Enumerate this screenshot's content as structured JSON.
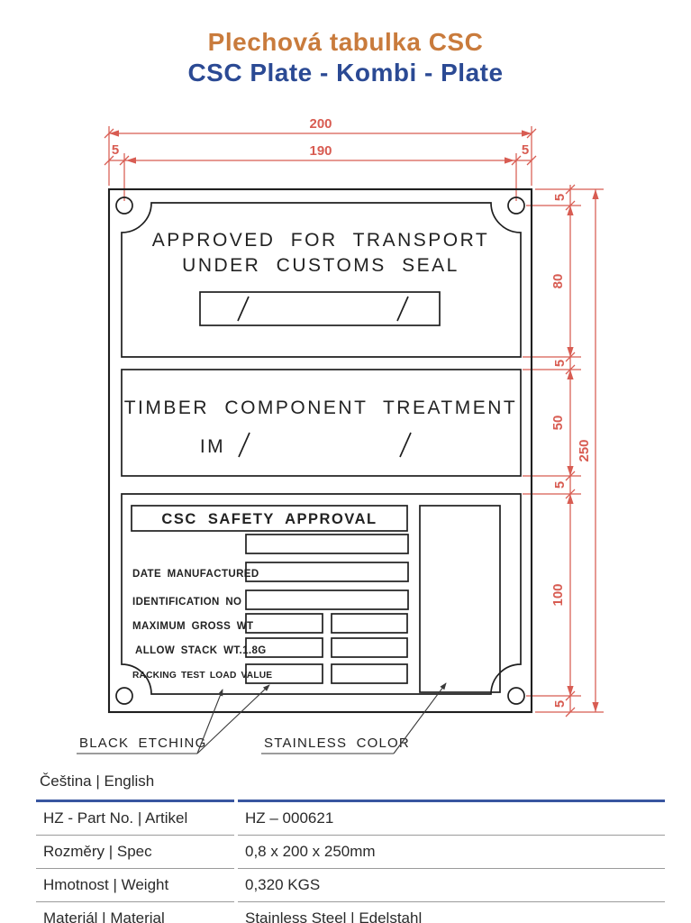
{
  "header": {
    "title_cs": "Plechová tabulka CSC",
    "title_en": "CSC Plate - Kombi - Plate"
  },
  "colors": {
    "title_orange": "#c97b3c",
    "title_blue": "#2b4a94",
    "dimension_red": "#d85c52",
    "table_line_blue": "#3856a0"
  },
  "drawing": {
    "dims": {
      "width_total": "200",
      "width_inner": "190",
      "margin_left": "5",
      "margin_right": "5",
      "seg_top": "5",
      "seg_section1": "80",
      "seg_gap1": "5",
      "seg_section2": "50",
      "seg_gap2": "5",
      "seg_section3": "100",
      "seg_bottom": "5",
      "height_total": "250"
    },
    "plate": {
      "section1_line1": "APPROVED FOR TRANSPORT",
      "section1_line2": "UNDER CUSTOMS SEAL",
      "section2_title": "TIMBER COMPONENT TREATMENT",
      "section2_prefix": "IM",
      "section3_title": "CSC SAFETY APPROVAL",
      "fields": [
        "DATE MANUFACTURED",
        "IDENTIFICATION NO",
        "MAXIMUM GROSS WT",
        "ALLOW STACK WT.1.8G",
        "RACKING TEST LOAD VALUE"
      ]
    },
    "callouts": {
      "black_etching": "BLACK ETCHING",
      "stainless_color": "STAINLESS COLOR"
    }
  },
  "table": {
    "header": "Čeština | English",
    "rows": [
      {
        "label": "HZ - Part No. | Artikel",
        "value": "HZ – 000621"
      },
      {
        "label": "Rozměry | Spec",
        "value": "0,8 x 200 x 250mm"
      },
      {
        "label": "Hmotnost | Weight",
        "value": "0,320 KGS"
      },
      {
        "label": "Materiál | Material",
        "value": "Stainless Steel | Edelstahl"
      }
    ]
  }
}
